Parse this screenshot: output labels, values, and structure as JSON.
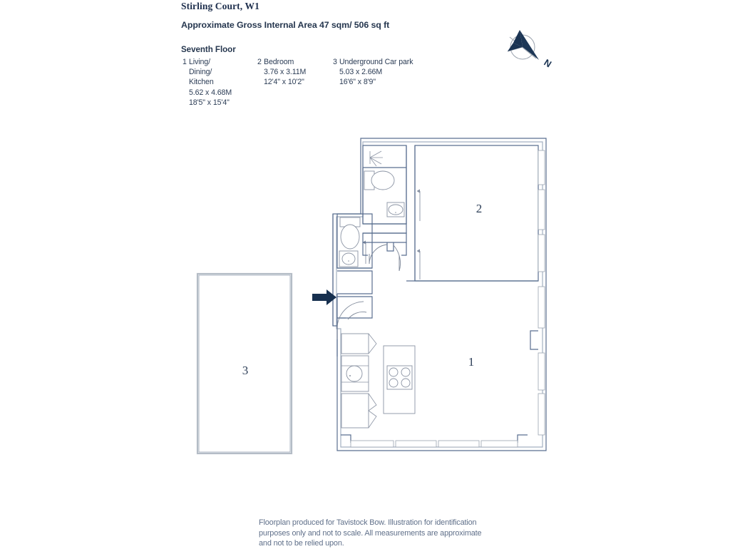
{
  "header": {
    "property_title": "Stirling Court, W1",
    "area_line": "Approximate Gross Internal Area 47 sqm/ 506 sq ft",
    "floor_label": "Seventh Floor"
  },
  "compass": {
    "label": "N",
    "icon": "compass-north-arrow"
  },
  "room_key": [
    {
      "number": "1",
      "name": "Living/\nDining/\nKitchen",
      "metric": "5.62 x 4.68M",
      "imperial": "18'5\" x 15'4\""
    },
    {
      "number": "2",
      "name": "Bedroom",
      "metric": "3.76 x 3.11M",
      "imperial": "12'4\" x 10'2\""
    },
    {
      "number": "3",
      "name": "Underground Car park",
      "metric": "5.03 x 2.66M",
      "imperial": "16'6\" x 8'9\""
    }
  ],
  "plan": {
    "room_numbers": {
      "living": "1",
      "bedroom": "2",
      "carpark": "3"
    },
    "entrance_marker": "entrance-arrow",
    "fixtures": [
      "shower-head",
      "toilet-ensuite",
      "basin-ensuite",
      "toilet-wc",
      "basin-wc",
      "kitchen-sink",
      "kitchen-island-hob"
    ]
  },
  "colors": {
    "wall_stroke": "#5a6f90",
    "wall_fill": "#c7ccd2",
    "fixture_stroke": "#8a93a3",
    "text_navy": "#26374f",
    "text_grey": "#60708a",
    "accent_dark": "#17304f"
  },
  "footer": {
    "disclaimer": "Floorplan produced for Tavistock Bow. Illustration for identification\npurposes only and not to scale. All measurements are approximate\nand not to be relied upon."
  }
}
